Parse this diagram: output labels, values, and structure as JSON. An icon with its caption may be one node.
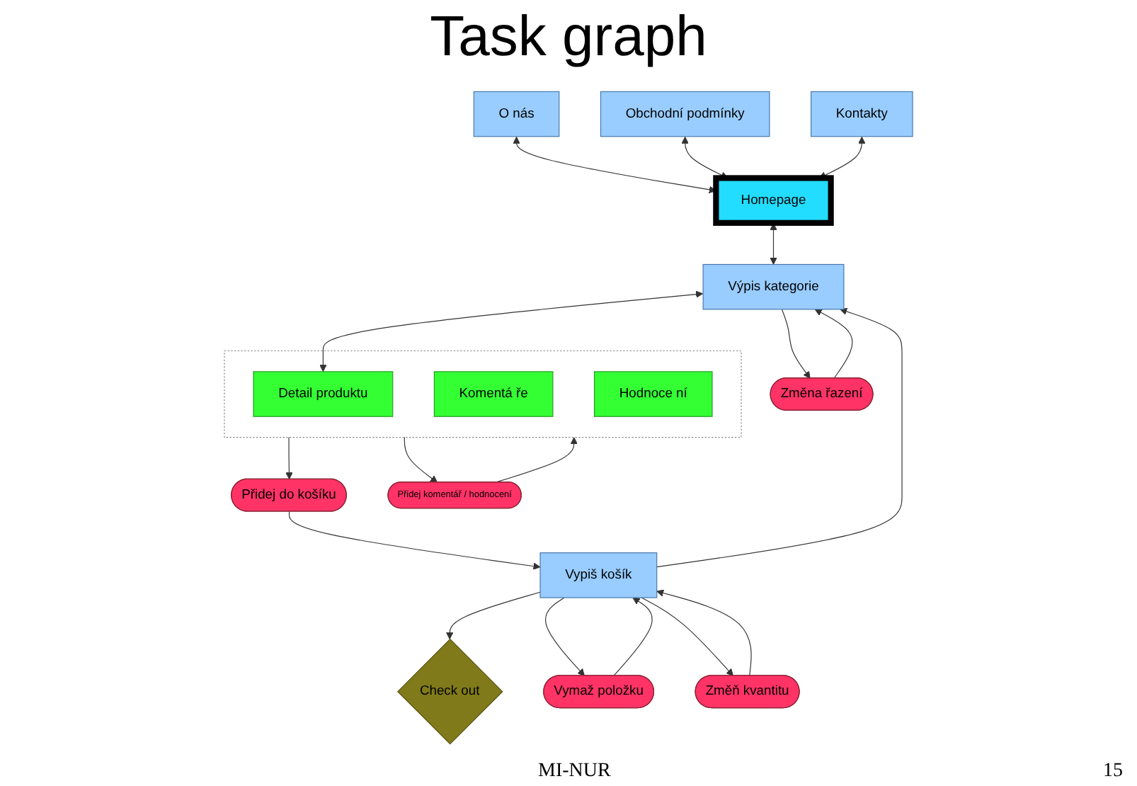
{
  "diagram": {
    "title": "Task graph",
    "nodes": [
      {
        "text": [
          "O nás"
        ]
      },
      {
        "text": [
          "Obchodní podmínky"
        ]
      },
      {
        "text": [
          "Kontakty"
        ]
      },
      {
        "text": [
          "Homepage"
        ]
      },
      {
        "text": [
          "Check out"
        ]
      },
      {
        "text": [
          "Změna řazení"
        ]
      },
      {
        "text": [
          "Výpis kategorie"
        ]
      },
      {
        "text": [],
        "shape": "box"
      },
      {
        "text": [
          "Detail produktu"
        ],
        "in": 7
      },
      {
        "text": [
          "Komentá ře"
        ],
        "in": 7
      },
      {
        "text": [
          "Hodnoce ní"
        ],
        "in": 7
      },
      {
        "text": [
          "Přidej do košíku"
        ]
      },
      {
        "text": [
          "Vypiš košík"
        ]
      },
      {
        "text": [
          "Přidej komentář / hodnocení"
        ]
      },
      {
        "text": [
          "Vymaž položku"
        ]
      },
      {
        "text": [
          "Změň kvantitu"
        ]
      }
    ],
    "edges": [
      {
        "from": 0,
        "to": 3,
        "arrow": "both"
      },
      {
        "from": 1,
        "to": 3,
        "arrow": "both"
      },
      {
        "from": 2,
        "to": 3,
        "arrow": "both"
      },
      {
        "from": 3,
        "to": 6,
        "arrow": "both"
      },
      {
        "from": 5,
        "to": 6,
        "arrow": "to"
      },
      {
        "from": 6,
        "to": 5,
        "arrow": "to"
      },
      {
        "from": 6,
        "to": 8,
        "arrow": "both"
      },
      {
        "from": 7,
        "to": 11,
        "arrow": "to"
      },
      {
        "from": 11,
        "to": 12,
        "arrow": "to"
      },
      {
        "from": 12,
        "to": 6,
        "arrow": "to"
      },
      {
        "from": 12,
        "to": 4,
        "arrow": "to"
      },
      {
        "from": 7,
        "to": 13,
        "arrow": "to"
      },
      {
        "from": 13,
        "to": 7,
        "arrow": "to"
      },
      {
        "from": 12,
        "to": 14,
        "arrow": "to"
      },
      {
        "from": 14,
        "to": 12,
        "arrow": "to"
      },
      {
        "from": 12,
        "to": 15,
        "arrow": "to"
      },
      {
        "from": 15,
        "to": 12,
        "arrow": "to"
      }
    ],
    "labels": [
      "MI-NUR",
      "15"
    ]
  }
}
